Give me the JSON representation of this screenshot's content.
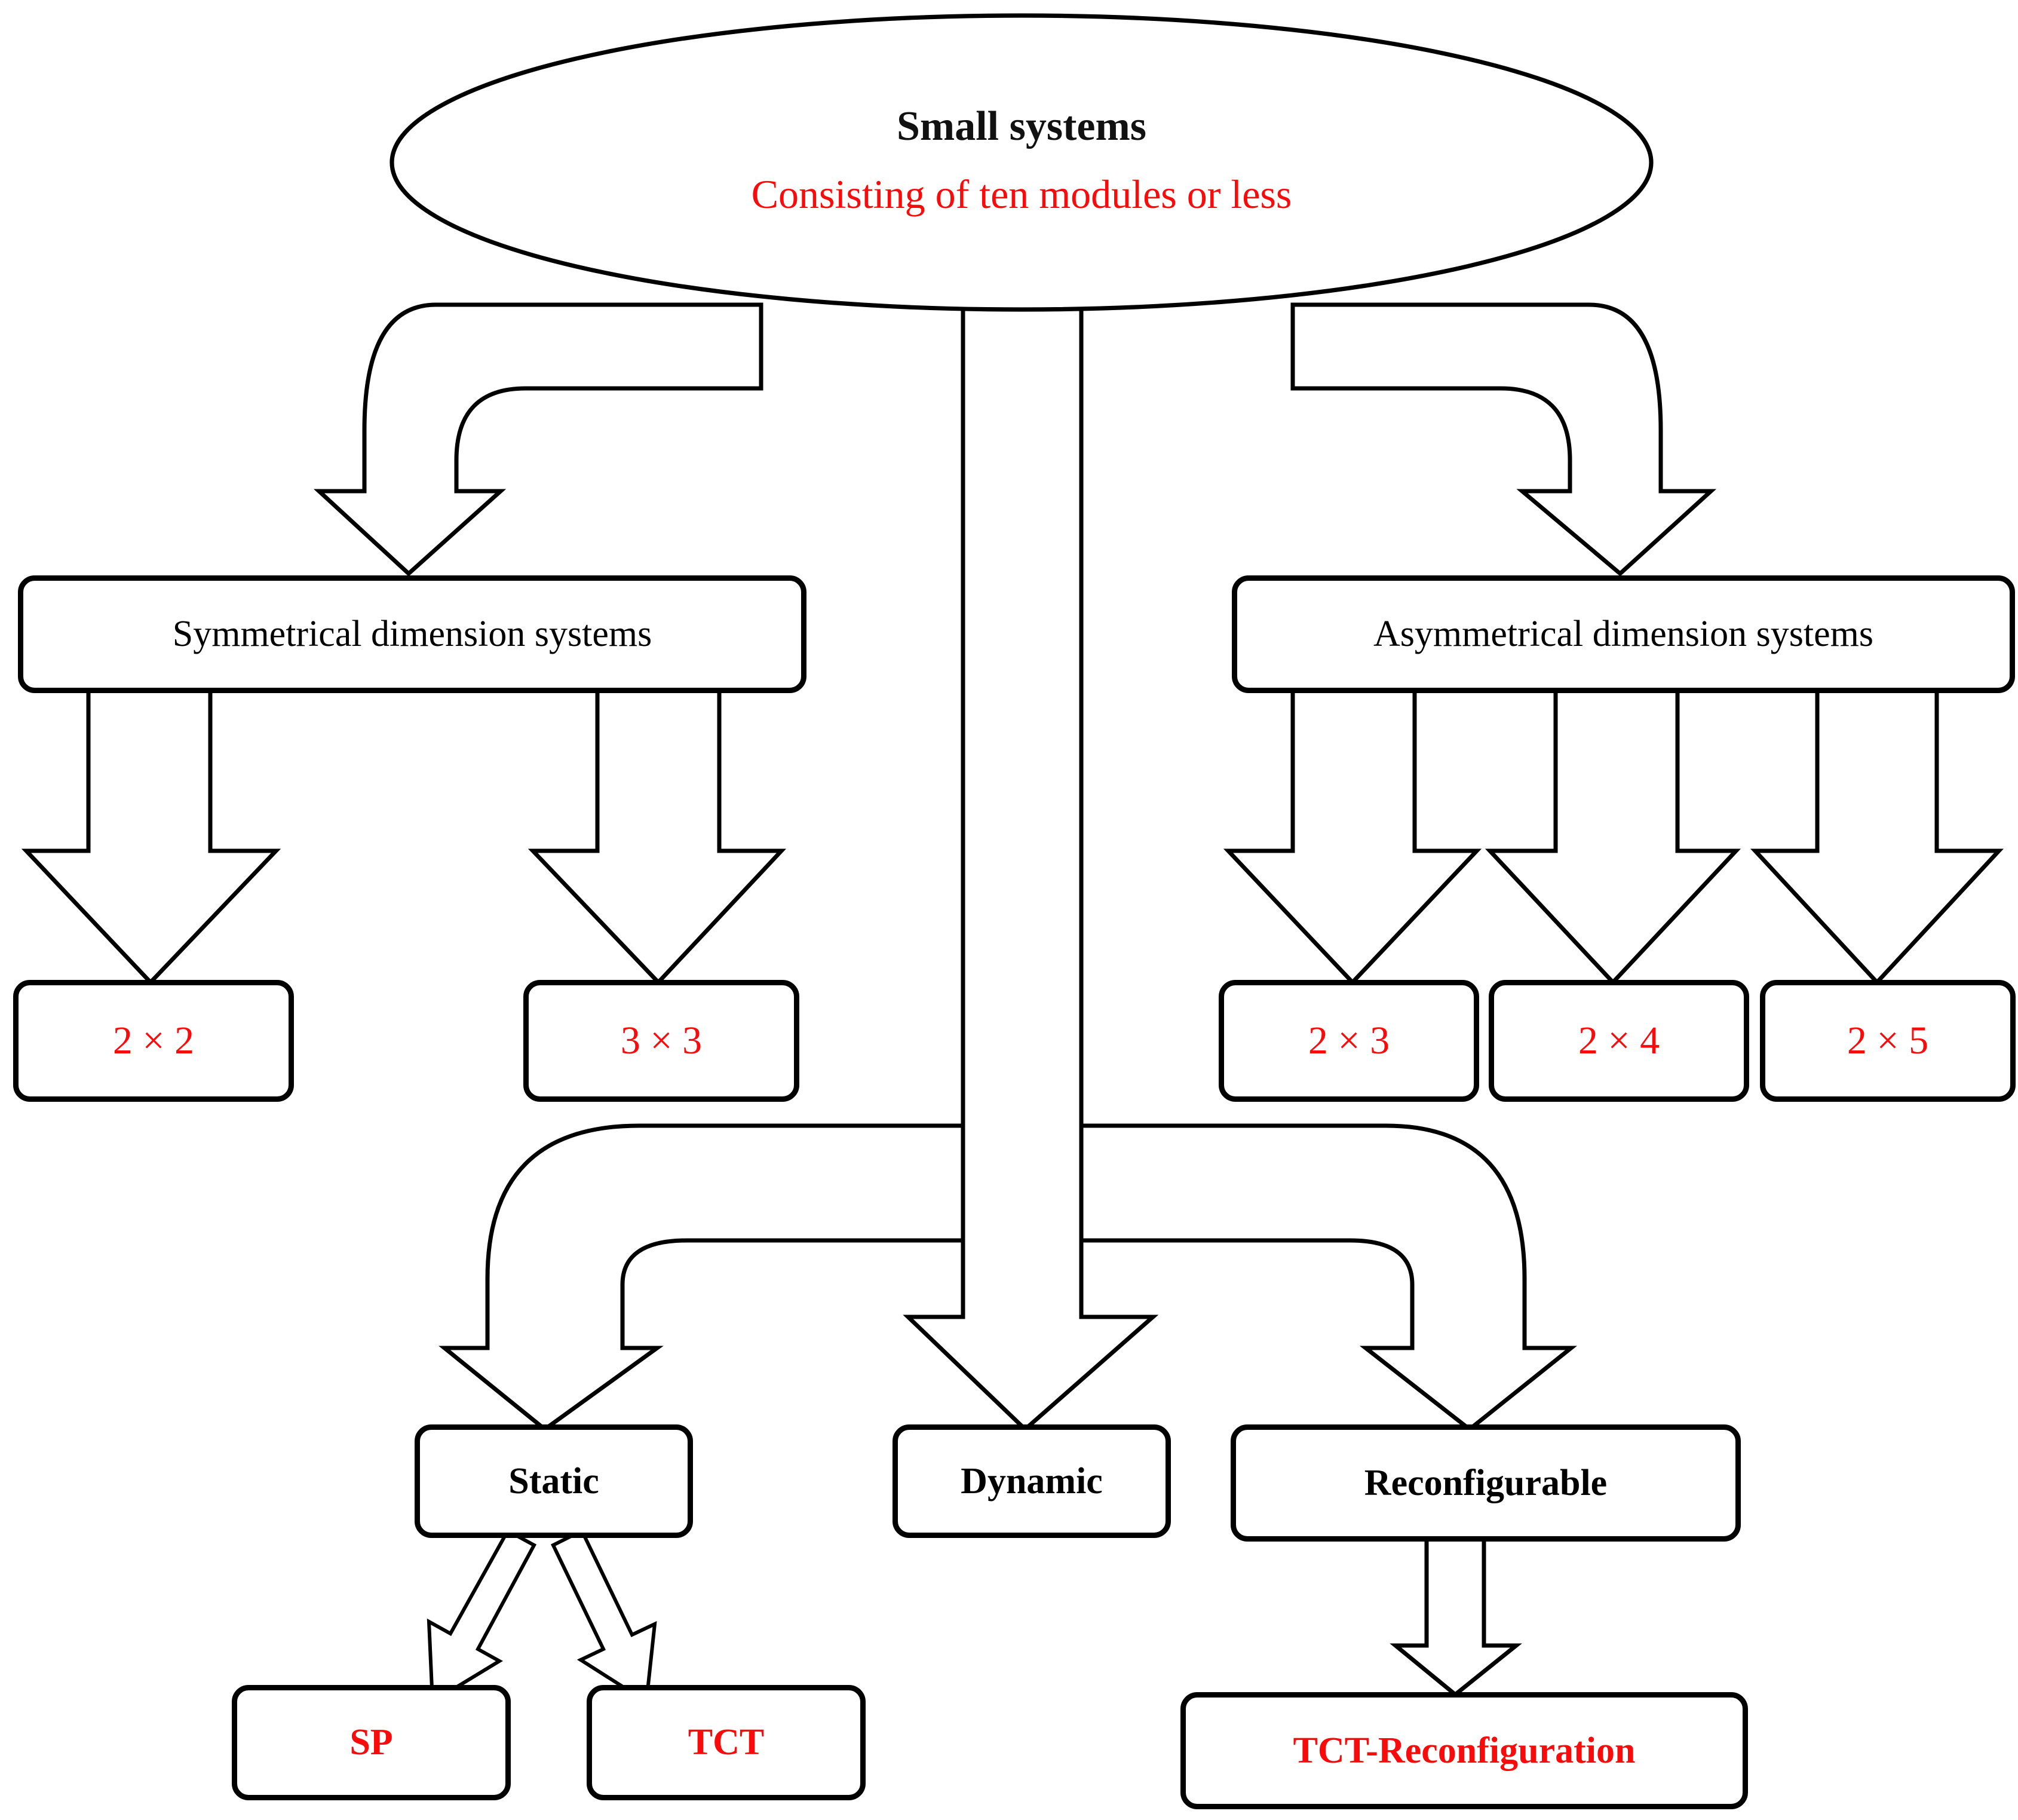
{
  "figure": {
    "root": {
      "title": "Small systems",
      "subtitle": "Consisting of ten modules or less"
    },
    "level1": {
      "symmetrical": "Symmetrical dimension systems",
      "asymmetrical": "Asymmetrical dimension systems"
    },
    "symmetrical_children": [
      "2 × 2",
      "3 × 3"
    ],
    "asymmetrical_children": [
      "2 × 3",
      "2 × 4",
      "2 × 5"
    ],
    "configuration_types": [
      "Static",
      "Dynamic",
      "Reconfigurable"
    ],
    "static_children": [
      "SP",
      "TCT"
    ],
    "reconfigurable_children": [
      "TCT-Reconfiguration"
    ]
  },
  "colors": {
    "line": "#000000",
    "text": "#000000",
    "emphasis_red": "#f90b0b",
    "background": "#ffffff"
  }
}
